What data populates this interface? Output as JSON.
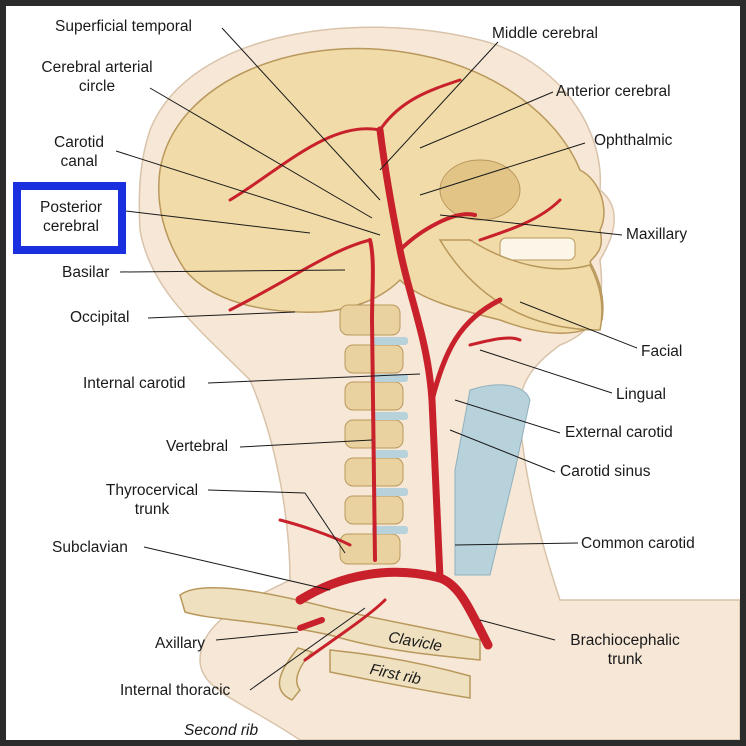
{
  "labels": {
    "superficial_temporal": "Superficial temporal",
    "middle_cerebral": "Middle cerebral",
    "cerebral_arterial_circle_1": "Cerebral arterial",
    "cerebral_arterial_circle_2": "circle",
    "anterior_cerebral": "Anterior cerebral",
    "carotid_canal_1": "Carotid",
    "carotid_canal_2": "canal",
    "ophthalmic": "Ophthalmic",
    "posterior_cerebral_1": "Posterior",
    "posterior_cerebral_2": "cerebral",
    "maxillary": "Maxillary",
    "basilar": "Basilar",
    "occipital": "Occipital",
    "facial": "Facial",
    "internal_carotid": "Internal carotid",
    "lingual": "Lingual",
    "external_carotid": "External carotid",
    "vertebral": "Vertebral",
    "carotid_sinus": "Carotid sinus",
    "thyrocervical_trunk_1": "Thyrocervical",
    "thyrocervical_trunk_2": "trunk",
    "common_carotid": "Common carotid",
    "subclavian": "Subclavian",
    "brachiocephalic_trunk_1": "Brachiocephalic",
    "brachiocephalic_trunk_2": "trunk",
    "axillary": "Axillary",
    "clavicle": "Clavicle",
    "first_rib": "First rib",
    "internal_thoracic": "Internal thoracic",
    "second_rib": "Second rib"
  },
  "highlight": {
    "target": "Posterior cerebral",
    "color": "#1a2fe0"
  },
  "colors": {
    "artery": "#c8212b",
    "bone": "#f1dba8",
    "skin": "#f6e7d6",
    "cartilage": "#b8d2dc"
  }
}
